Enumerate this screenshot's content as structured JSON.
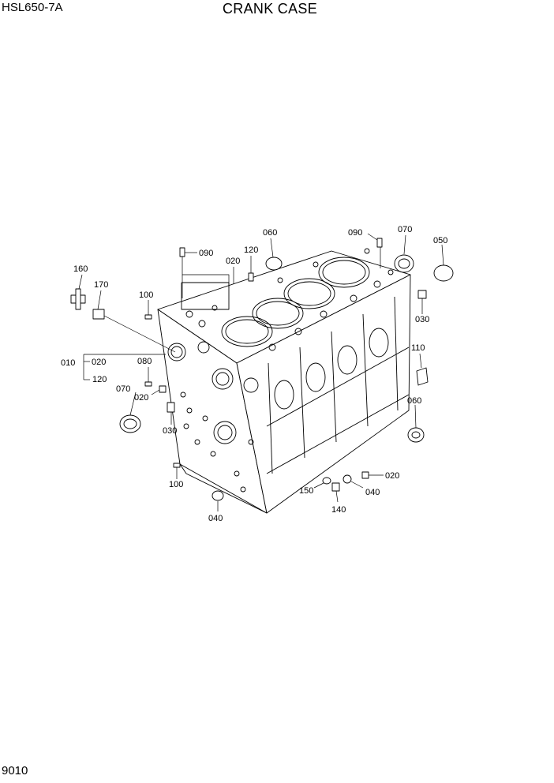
{
  "header": {
    "model": "HSL650-7A",
    "title": "CRANK CASE"
  },
  "footer": {
    "page_number": "9010"
  },
  "callouts": {
    "c010": "010",
    "c020_bracket": "020",
    "c120_bracket": "120",
    "c090_left": "090",
    "c020_top": "020",
    "c120_top": "120",
    "c060_top": "060",
    "c090_right": "090",
    "c070_right": "070",
    "c050": "050",
    "c030_right": "030",
    "c160": "160",
    "c170": "170",
    "c100_top": "100",
    "c080": "080",
    "c070_left": "070",
    "c020_left": "020",
    "c030_left": "030",
    "c110": "110",
    "c060_bottom": "060",
    "c020_bottom": "020",
    "c150": "150",
    "c040_right": "040",
    "c140": "140",
    "c100_bottom": "100",
    "c040_bottom": "040"
  }
}
